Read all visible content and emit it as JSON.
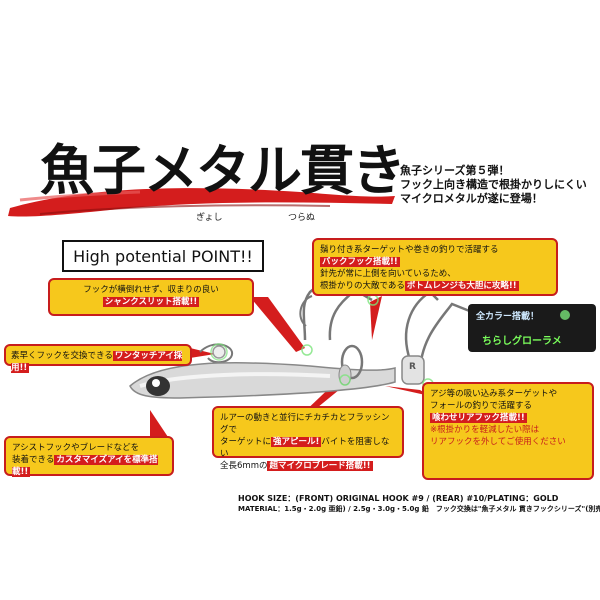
{
  "title": {
    "main": "魚子メタル貫き",
    "furigana_left": "ぎょし",
    "furigana_right": "つらぬ"
  },
  "tagline": {
    "line1": "魚子シリーズ第５弾！",
    "line2": "フック上向き構造で根掛かりしにくい",
    "line3": "マイクロメタルが遂に登場！"
  },
  "point_label": "High potential POINT!!",
  "callouts": {
    "shank": {
      "line1": "フックが横倒れせず、収まりの良い",
      "highlight": "シャンクスリット搭載!!"
    },
    "eye": {
      "prefix": "素早くフックを交換できる",
      "highlight": "ワンタッチアイ採用!!"
    },
    "assist": {
      "line1": "アシストフックやブレードなどを",
      "prefix": "装着できる",
      "highlight": "カスタマイズアイを標準搭載!!"
    },
    "back_hook": {
      "line1": "鬚り付き系ターゲットや巻きの釣りで活躍する",
      "highlight1": "バックフック搭載!!",
      "line2a": "針先が常に上側を向いているため、",
      "line3a": "根掛かりの大敵である",
      "highlight2": "ボトムレンジも大胆に攻略!!"
    },
    "blade": {
      "line1": "ルアーの動きと並行にチカチカとフラッシングで",
      "line2a": "ターゲットに",
      "highlight1": "強アピール!",
      "line2b": "バイトを阻害しない",
      "line3a": "全長6mmの",
      "highlight2": "超マイクロブレード搭載!!"
    },
    "rear": {
      "line1": "アジ等の吸い込み系ターゲットや",
      "line2": "フォールの釣りで活躍する",
      "highlight1": "喰わせリアフック搭載!!",
      "note1": "※根掛かりを軽減したい際は",
      "note2": "リアフックを外してご使用ください"
    }
  },
  "color_badge": {
    "top": "全カラー搭載！",
    "bottom": "ちらしグローラメ"
  },
  "spec": {
    "line1": "HOOK SIZE：(FRONT) ORIGINAL HOOK #9 / (REAR) #10/PLATING：GOLD",
    "line2": "MATERIAL：1.5g・2.0g 亜鉛) / 2.5g・3.0g・5.0g 鉛　フック交換は\"魚子メタル 貫きフックシリーズ\"(別売)推奨。"
  },
  "lure_mark": "R",
  "colors": {
    "callout_fill": "#f6c81c",
    "callout_border": "#c71d1d",
    "highlight": "#d41d1d",
    "brush": "#d41d1d"
  }
}
